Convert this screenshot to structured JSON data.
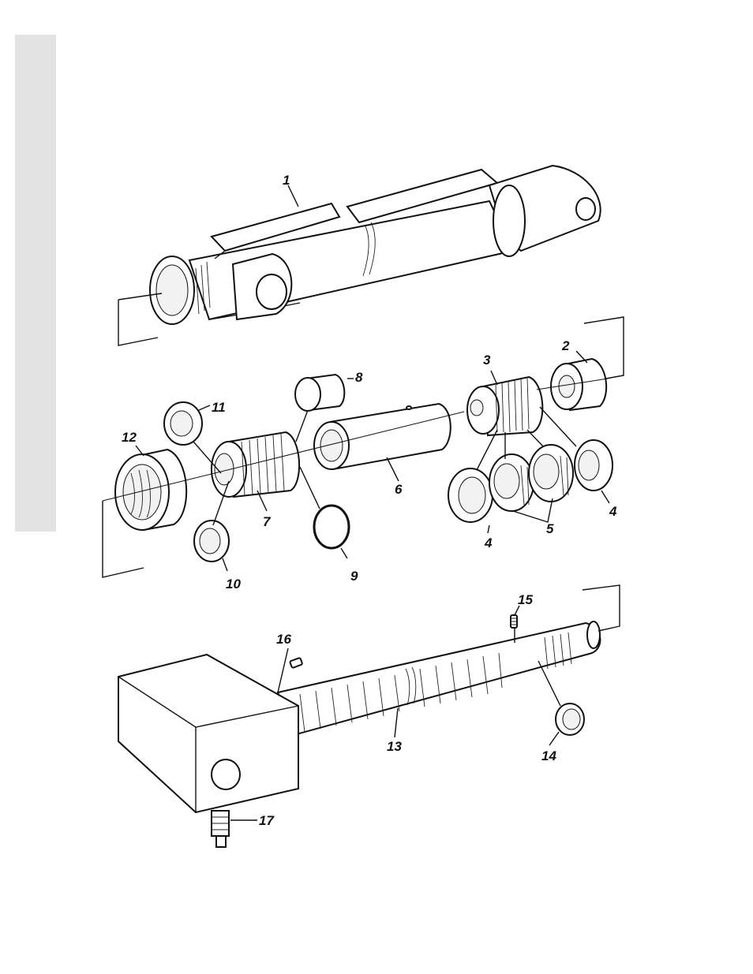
{
  "figure": {
    "callouts": [
      {
        "id": "c1",
        "label": "1"
      },
      {
        "id": "c2",
        "label": "2"
      },
      {
        "id": "c3",
        "label": "3"
      },
      {
        "id": "c4a",
        "label": "4"
      },
      {
        "id": "c4b",
        "label": "4"
      },
      {
        "id": "c5",
        "label": "5"
      },
      {
        "id": "c6",
        "label": "6"
      },
      {
        "id": "c7",
        "label": "7"
      },
      {
        "id": "c8",
        "label": "8"
      },
      {
        "id": "c9",
        "label": "9"
      },
      {
        "id": "c10",
        "label": "10"
      },
      {
        "id": "c11",
        "label": "11"
      },
      {
        "id": "c12",
        "label": "12"
      },
      {
        "id": "c13",
        "label": "13"
      },
      {
        "id": "c14",
        "label": "14"
      },
      {
        "id": "c15",
        "label": "15"
      },
      {
        "id": "c16",
        "label": "16"
      },
      {
        "id": "c17",
        "label": "17"
      }
    ]
  },
  "colors": {
    "line": "#111111",
    "tab": "#e3e3e3",
    "background": "#ffffff"
  }
}
